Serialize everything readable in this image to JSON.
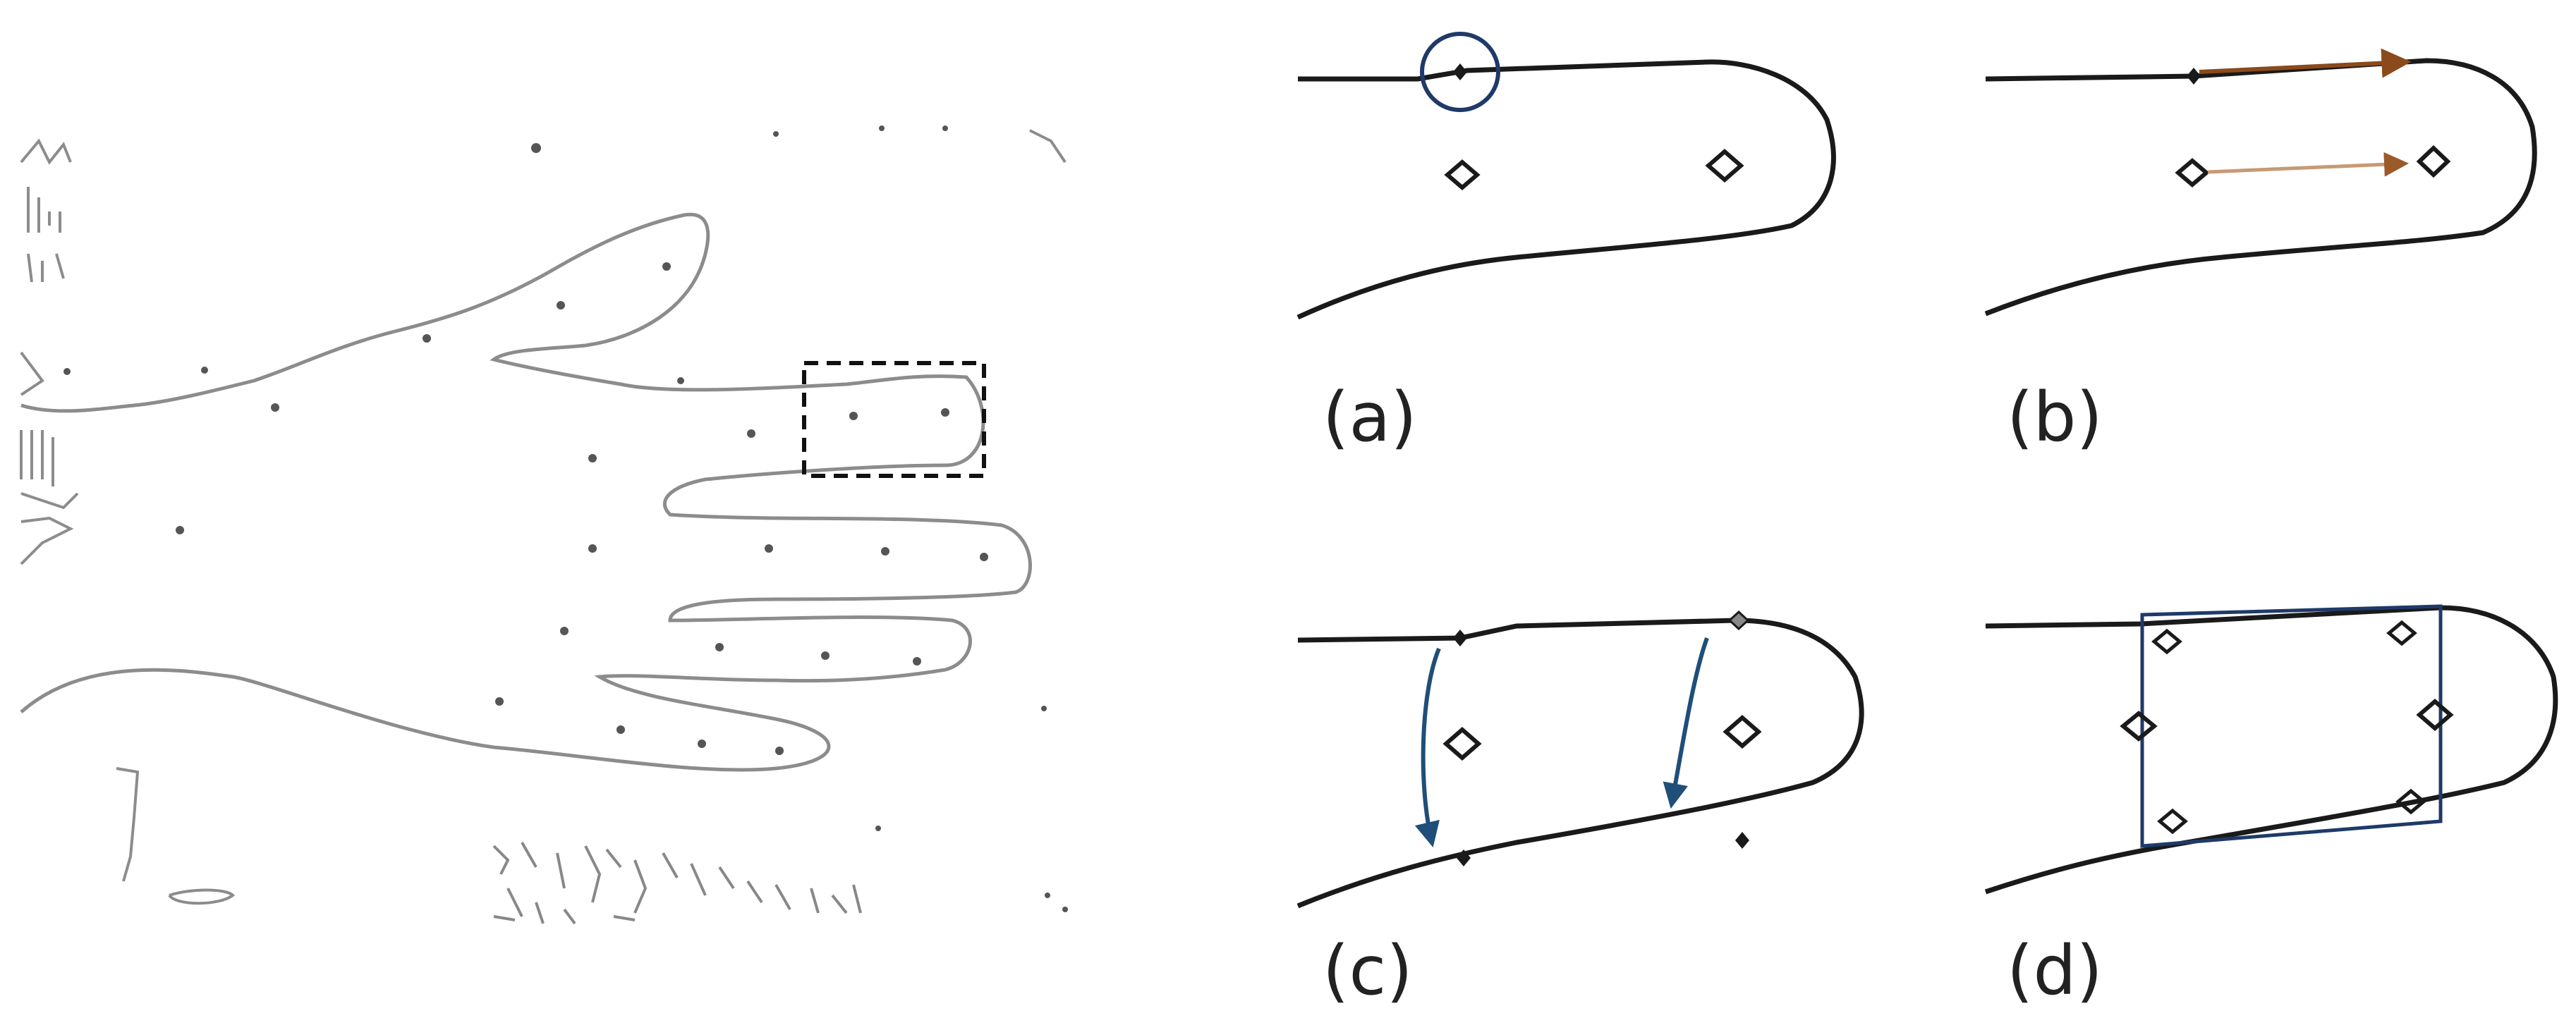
{
  "figure": {
    "panel_labels": {
      "a": "(a)",
      "b": "(b)",
      "c": "(c)",
      "d": "(d)"
    },
    "colors": {
      "contour": "#1a1a1a",
      "hand_outline": "#8c8c8c",
      "highlight_circle": "#1f3a68",
      "arrow_brown_dark": "#8a4a1c",
      "arrow_brown_light": "#c79a74",
      "arrow_blue": "#1f4e79",
      "box_blue": "#1f3a68",
      "selection_box": "#111111"
    },
    "icons": {
      "vertex_marker": "diamond-icon",
      "landmark_marker": "hollow-diamond-icon",
      "arrow": "arrow-icon"
    }
  }
}
